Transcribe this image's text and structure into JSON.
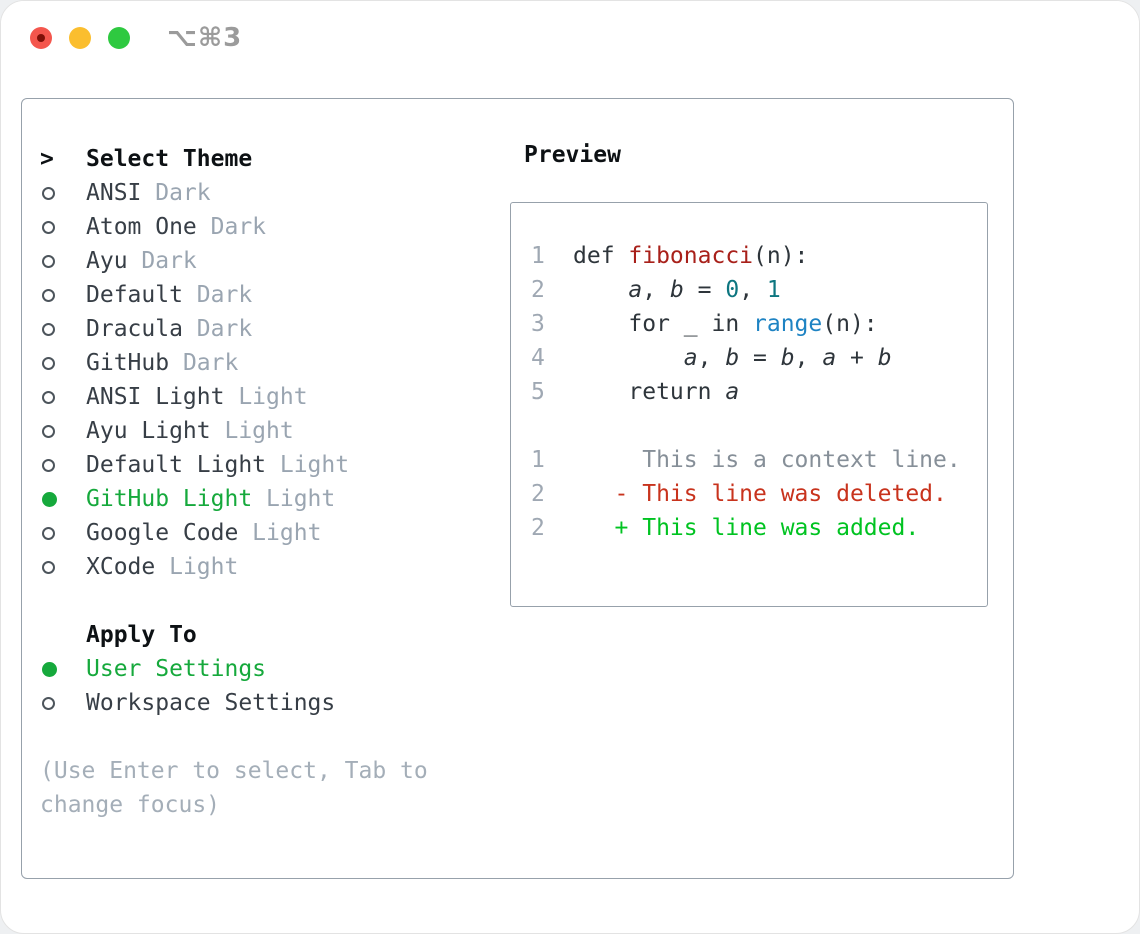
{
  "window": {
    "title": "⌥⌘3",
    "traffic_lights": {
      "close": "red",
      "minimize": "yellow",
      "zoom": "green"
    }
  },
  "colors": {
    "selected_green": "#16a93c",
    "added_green": "#00c321",
    "deleted_red": "#c8331d",
    "function_red": "#a8201a",
    "number_teal": "#0d7680",
    "builtin_blue": "#1e83c3",
    "border_gray": "#97a1ab",
    "muted_gray": "#9aa5b1"
  },
  "theme_selector": {
    "prompt": ">",
    "title": "Select Theme",
    "themes": [
      {
        "name": "ANSI",
        "tag": "Dark",
        "selected": false
      },
      {
        "name": "Atom One",
        "tag": "Dark",
        "selected": false
      },
      {
        "name": "Ayu",
        "tag": "Dark",
        "selected": false
      },
      {
        "name": "Default",
        "tag": "Dark",
        "selected": false
      },
      {
        "name": "Dracula",
        "tag": "Dark",
        "selected": false
      },
      {
        "name": "GitHub",
        "tag": "Dark",
        "selected": false
      },
      {
        "name": "ANSI Light",
        "tag": "Light",
        "selected": false
      },
      {
        "name": "Ayu Light",
        "tag": "Light",
        "selected": false
      },
      {
        "name": "Default Light",
        "tag": "Light",
        "selected": false
      },
      {
        "name": "GitHub Light",
        "tag": "Light",
        "selected": true
      },
      {
        "name": "Google Code",
        "tag": "Light",
        "selected": false
      },
      {
        "name": "XCode",
        "tag": "Light",
        "selected": false
      }
    ],
    "apply_to": {
      "title": "Apply To",
      "options": [
        {
          "name": "User Settings",
          "selected": true
        },
        {
          "name": "Workspace Settings",
          "selected": false
        }
      ]
    },
    "hint": "(Use Enter to select, Tab to change focus)"
  },
  "preview": {
    "title": "Preview",
    "lines": [
      {
        "num": "1",
        "segments": [
          {
            "text": "def ",
            "style": "code"
          },
          {
            "text": "fibonacci",
            "style": "function"
          },
          {
            "text": "(n):",
            "style": "code"
          }
        ]
      },
      {
        "num": "2",
        "segments": [
          {
            "text": "    ",
            "style": "code"
          },
          {
            "text": "a",
            "style": "variable"
          },
          {
            "text": ", ",
            "style": "code"
          },
          {
            "text": "b",
            "style": "variable"
          },
          {
            "text": " = ",
            "style": "code"
          },
          {
            "text": "0",
            "style": "number"
          },
          {
            "text": ", ",
            "style": "code"
          },
          {
            "text": "1",
            "style": "number"
          }
        ]
      },
      {
        "num": "3",
        "segments": [
          {
            "text": "    for _ in ",
            "style": "code"
          },
          {
            "text": "range",
            "style": "builtin"
          },
          {
            "text": "(n):",
            "style": "code"
          }
        ]
      },
      {
        "num": "4",
        "segments": [
          {
            "text": "        ",
            "style": "code"
          },
          {
            "text": "a",
            "style": "variable"
          },
          {
            "text": ", ",
            "style": "code"
          },
          {
            "text": "b",
            "style": "variable"
          },
          {
            "text": " = ",
            "style": "code"
          },
          {
            "text": "b",
            "style": "variable"
          },
          {
            "text": ", ",
            "style": "code"
          },
          {
            "text": "a",
            "style": "variable"
          },
          {
            "text": " + ",
            "style": "code"
          },
          {
            "text": "b",
            "style": "variable"
          }
        ]
      },
      {
        "num": "5",
        "segments": [
          {
            "text": "    return ",
            "style": "code"
          },
          {
            "text": "a",
            "style": "variable"
          }
        ]
      },
      {
        "num": "",
        "segments": []
      },
      {
        "num": "1",
        "segments": [
          {
            "text": "     This is a context line.",
            "style": "context"
          }
        ]
      },
      {
        "num": "2",
        "segments": [
          {
            "text": "   - This line was deleted.",
            "style": "deleted"
          }
        ]
      },
      {
        "num": "2",
        "segments": [
          {
            "text": "   + This line was added.",
            "style": "added"
          }
        ]
      }
    ]
  }
}
